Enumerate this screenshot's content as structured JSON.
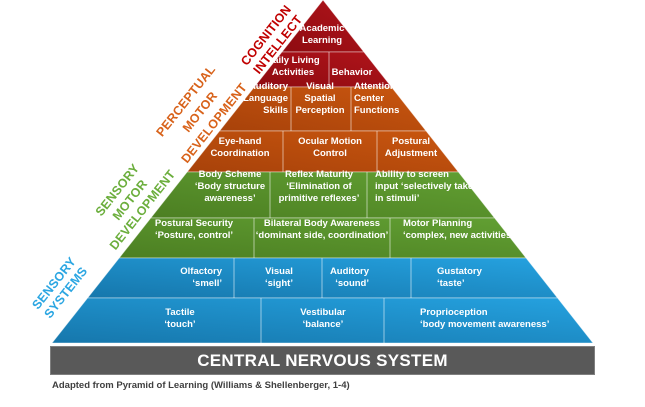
{
  "diagram": {
    "type": "pyramid",
    "title": "Pyramid of Learning",
    "colors": {
      "cognition": "#B0141B",
      "cognition_dark": "#8E0B10",
      "perceptual": "#C9560F",
      "perceptual_dark": "#A8420A",
      "sensory_motor": "#62A033",
      "sensory_motor_dark": "#4C7F22",
      "sensory_systems": "#25A2E0",
      "sensory_systems_dark": "#1677AC",
      "label_cognition": "#C00000",
      "label_perceptual": "#D8621A",
      "label_sensory_motor": "#6BAE3C",
      "label_sensory_systems": "#2BA6E2",
      "cns": "#595959"
    },
    "levels": [
      {
        "id": "cognition",
        "label_lines": [
          "COGNITION",
          "INTELLECT"
        ],
        "rows": [
          {
            "cells": [
              {
                "lines": [
                  "Academic",
                  "Learning"
                ]
              }
            ]
          },
          {
            "cells": [
              {
                "lines": [
                  "Daily Living",
                  "Activities"
                ]
              },
              {
                "lines": [
                  "Behavior"
                ]
              }
            ]
          }
        ]
      },
      {
        "id": "perceptual",
        "label_lines": [
          "PERCEPTUAL",
          "MOTOR",
          "DEVELOPMENT"
        ],
        "rows": [
          {
            "cells": [
              {
                "lines": [
                  "Auditory",
                  "Language",
                  "Skills"
                ]
              },
              {
                "lines": [
                  "Visual",
                  "Spatial",
                  "Perception"
                ]
              },
              {
                "lines": [
                  "Attention",
                  "Center",
                  "Functions"
                ]
              }
            ]
          },
          {
            "cells": [
              {
                "lines": [
                  "Eye-hand",
                  "Coordination"
                ]
              },
              {
                "lines": [
                  "Ocular Motion",
                  "Control"
                ]
              },
              {
                "lines": [
                  "Postural",
                  "Adjustment"
                ]
              }
            ]
          }
        ]
      },
      {
        "id": "sensory_motor",
        "label_lines": [
          "SENSORY",
          "MOTOR",
          "DEVELOPMENT"
        ],
        "rows": [
          {
            "cells": [
              {
                "lines": [
                  "Body Scheme",
                  "‘Body structure",
                  "awareness’"
                ]
              },
              {
                "lines": [
                  "Reflex Maturity",
                  "‘Elimination of",
                  "primitive reflexes’"
                ]
              },
              {
                "lines": [
                  "Ability to screen",
                  "input ‘selectively take",
                  "in stimuli’"
                ]
              }
            ]
          },
          {
            "cells": [
              {
                "lines": [
                  "Postural Security",
                  "‘Posture, control’"
                ]
              },
              {
                "lines": [
                  "Bilateral Body Awareness",
                  "‘dominant side, coordination’"
                ]
              },
              {
                "lines": [
                  "Motor Planning",
                  "‘complex, new activities’"
                ]
              }
            ]
          }
        ]
      },
      {
        "id": "sensory_systems",
        "label_lines": [
          "SENSORY",
          "SYSTEMS"
        ],
        "rows": [
          {
            "cells": [
              {
                "lines": [
                  "Olfactory",
                  "‘smell’"
                ]
              },
              {
                "lines": [
                  "Visual",
                  "‘sight’"
                ]
              },
              {
                "lines": [
                  "Auditory",
                  "‘sound’"
                ]
              },
              {
                "lines": [
                  "Gustatory",
                  "‘taste’"
                ]
              }
            ]
          },
          {
            "cells": [
              {
                "lines": [
                  "Tactile",
                  "‘touch’"
                ]
              },
              {
                "lines": [
                  "Vestibular",
                  "‘balance’"
                ]
              },
              {
                "lines": [
                  "Proprioception",
                  "‘body  movement awareness’"
                ]
              }
            ]
          }
        ]
      }
    ],
    "base": {
      "label": "CENTRAL NERVOUS SYSTEM"
    },
    "caption": "Adapted from Pyramid of Learning (Williams & Shellenberger, 1-4)"
  }
}
